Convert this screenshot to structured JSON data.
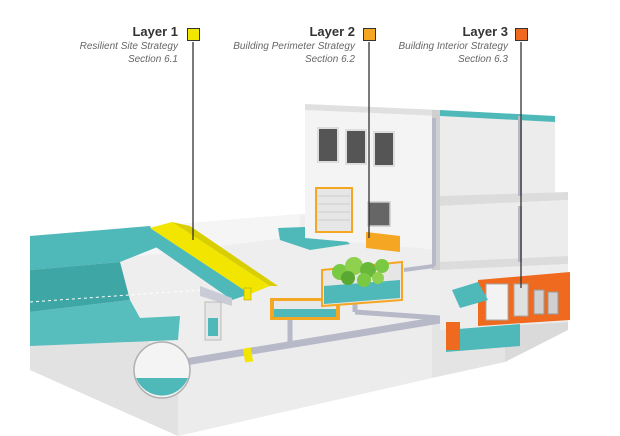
{
  "layers": [
    {
      "title": "Layer 1",
      "strategy": "Resilient Site Strategy",
      "section": "Section 6.1",
      "color": "#f2e600"
    },
    {
      "title": "Layer 2",
      "strategy": "Building Perimeter Strategy",
      "section": "Section 6.2",
      "color": "#f5a623"
    },
    {
      "title": "Layer 3",
      "strategy": "Building Interior Strategy",
      "section": "Section 6.3",
      "color": "#ef6a1e"
    }
  ],
  "colors": {
    "water": "#4fb8b8",
    "wall": "#f2f2f2",
    "wall_shade": "#dcdcdc",
    "pipe": "#b7b9c8",
    "vegetation": "#7ac943"
  }
}
